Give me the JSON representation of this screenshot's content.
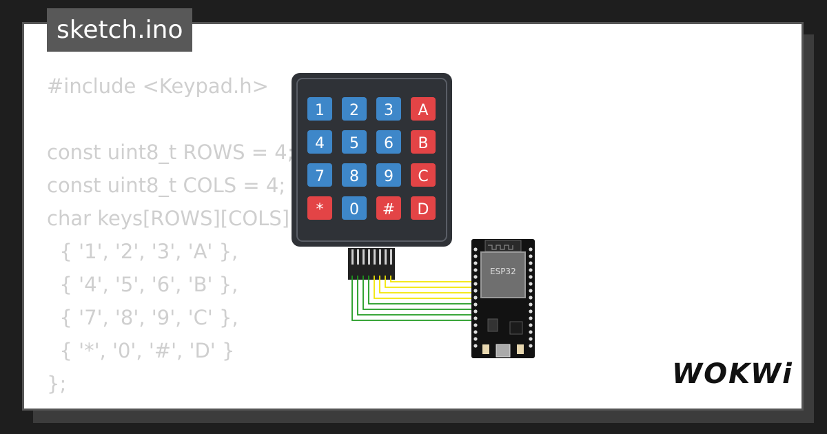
{
  "file_tab": {
    "label": "sketch.ino"
  },
  "code_lines": [
    "#include <Keypad.h>",
    "",
    "const uint8_t ROWS = 4;",
    "const uint8_t COLS = 4;",
    "char keys[ROWS][COLS] = {",
    "  { '1', '2', '3', 'A' },",
    "  { '4', '5', '6', 'B' },",
    "  { '7', '8', '9', 'C' },",
    "  { '*', '0', '#', 'D' }",
    "};"
  ],
  "keypad": {
    "keys": [
      [
        "1",
        "2",
        "3",
        "A"
      ],
      [
        "4",
        "5",
        "6",
        "B"
      ],
      [
        "7",
        "8",
        "9",
        "C"
      ],
      [
        "*",
        "0",
        "#",
        "D"
      ]
    ],
    "colors": {
      "number": "#3e87c9",
      "letter": "#e34446",
      "body": "#2f3237"
    }
  },
  "board": {
    "label": "ESP32"
  },
  "wire_colors": {
    "rows": "#f2e600",
    "cols": "#1f9a1f"
  },
  "brand": {
    "logo_text": "WOKWi"
  }
}
